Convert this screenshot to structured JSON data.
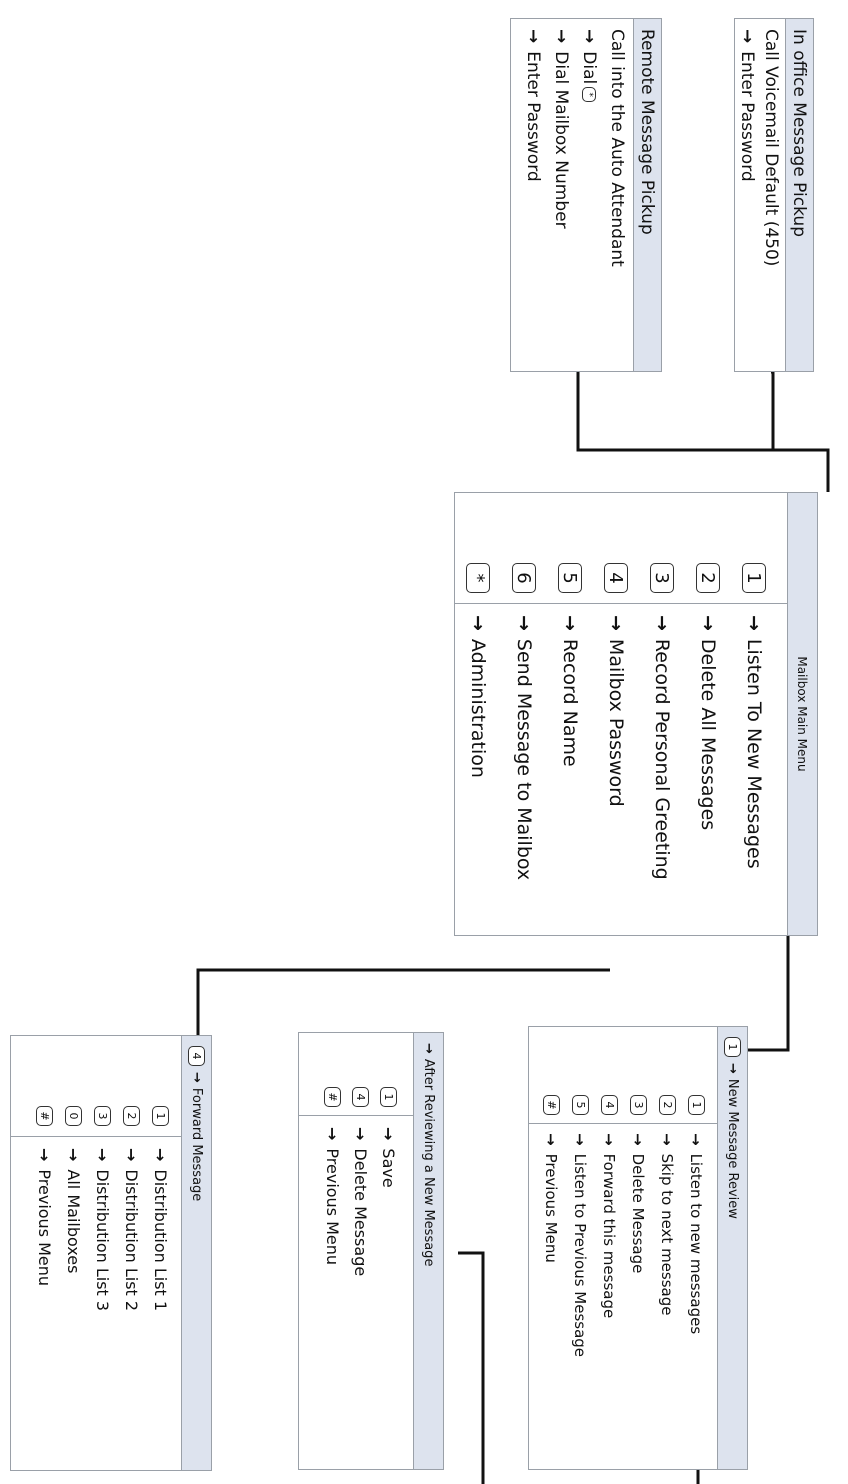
{
  "arrow_glyph": "→",
  "in_office": {
    "title": "In office Message Pickup",
    "lines": [
      "Call Voicemail Default (450)",
      "Enter Password"
    ]
  },
  "remote": {
    "title": "Remote Message Pickup",
    "line1": "Call into the Auto Attendant",
    "dial_label": "Dial",
    "dial_key": "*",
    "line3": "Dial Mailbox Number",
    "line4": "Enter Password"
  },
  "main_menu": {
    "title": "Mailbox Main Menu",
    "keys": [
      "1",
      "2",
      "3",
      "4",
      "5",
      "6",
      "*"
    ],
    "items": [
      "Listen To New Messages",
      "Delete All Messages",
      "Record Personal Greeting",
      "Mailbox Password",
      "Record Name",
      "Send Message to Mailbox",
      "Administration"
    ]
  },
  "new_review": {
    "title_key": "1",
    "title": "New Message Review",
    "keys": [
      "1",
      "2",
      "3",
      "4",
      "5",
      "#"
    ],
    "items": [
      "Listen to new messages",
      "Skip to next message",
      "Delete Message",
      "Forward this message",
      "Listen to Previous Message",
      "Previous Menu"
    ]
  },
  "after_review": {
    "title": "After Reviewing a New Message",
    "keys": [
      "1",
      "4",
      "#"
    ],
    "items": [
      "Save",
      "Delete Message",
      "Previous Menu"
    ]
  },
  "forward": {
    "title_key": "4",
    "title": "Forward Message",
    "keys": [
      "1",
      "2",
      "3",
      "0",
      "#"
    ],
    "items": [
      "Distribution List 1",
      "Distribution List 2",
      "Distribution List 3",
      "All Mailboxes",
      "Previous Menu"
    ]
  },
  "colors": {
    "header_bg": "#dde3ee",
    "border": "#9aa0a8",
    "line": "#111111"
  }
}
